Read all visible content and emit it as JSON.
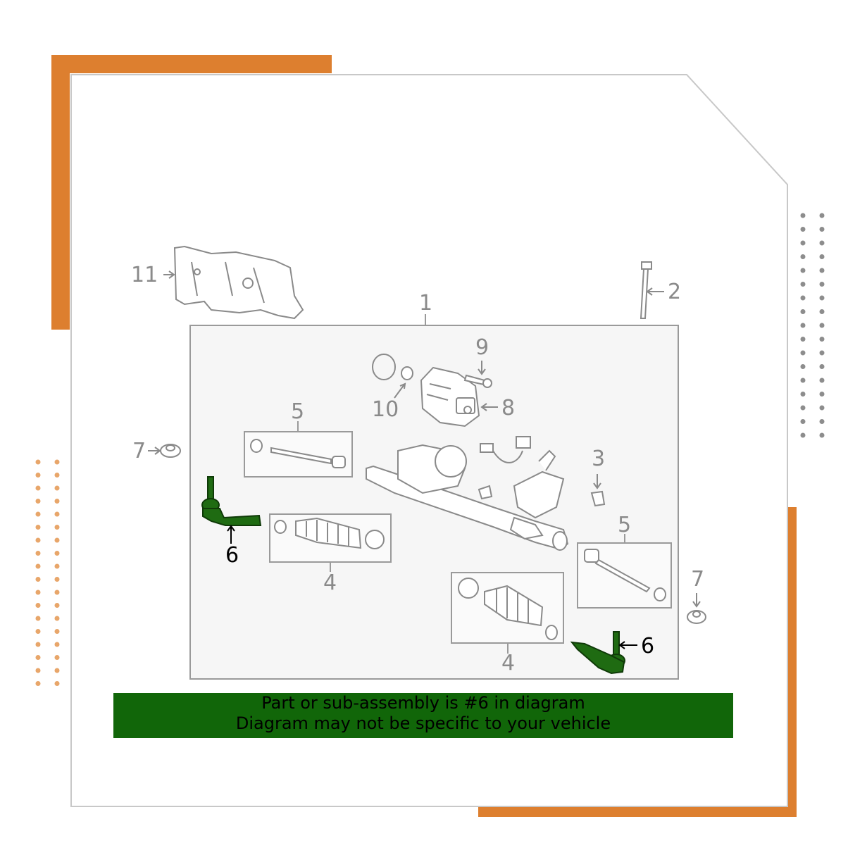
{
  "callouts": {
    "c1": "1",
    "c2": "2",
    "c3": "3",
    "c4a": "4",
    "c4b": "4",
    "c5a": "5",
    "c5b": "5",
    "c6a": "6",
    "c6b": "6",
    "c7a": "7",
    "c7b": "7",
    "c8": "8",
    "c9": "9",
    "c10": "10",
    "c11": "11"
  },
  "banner": {
    "line1": "Part or sub-assembly is #6 in diagram",
    "line2": "Diagram may not be specific to your vehicle"
  },
  "colors": {
    "accent": "#dd7f2f",
    "highlight": "#1f6b12",
    "banner": "#116609",
    "line": "#9a9a9a"
  },
  "icons": [
    "steering-rack-icon",
    "tie-rod-end-icon",
    "inner-tie-rod-icon",
    "boot-icon",
    "bolt-icon",
    "nut-icon",
    "motor-icon",
    "heat-shield-icon",
    "oring-icon",
    "bushing-icon",
    "breather-plug-icon",
    "wire-harness-icon"
  ]
}
